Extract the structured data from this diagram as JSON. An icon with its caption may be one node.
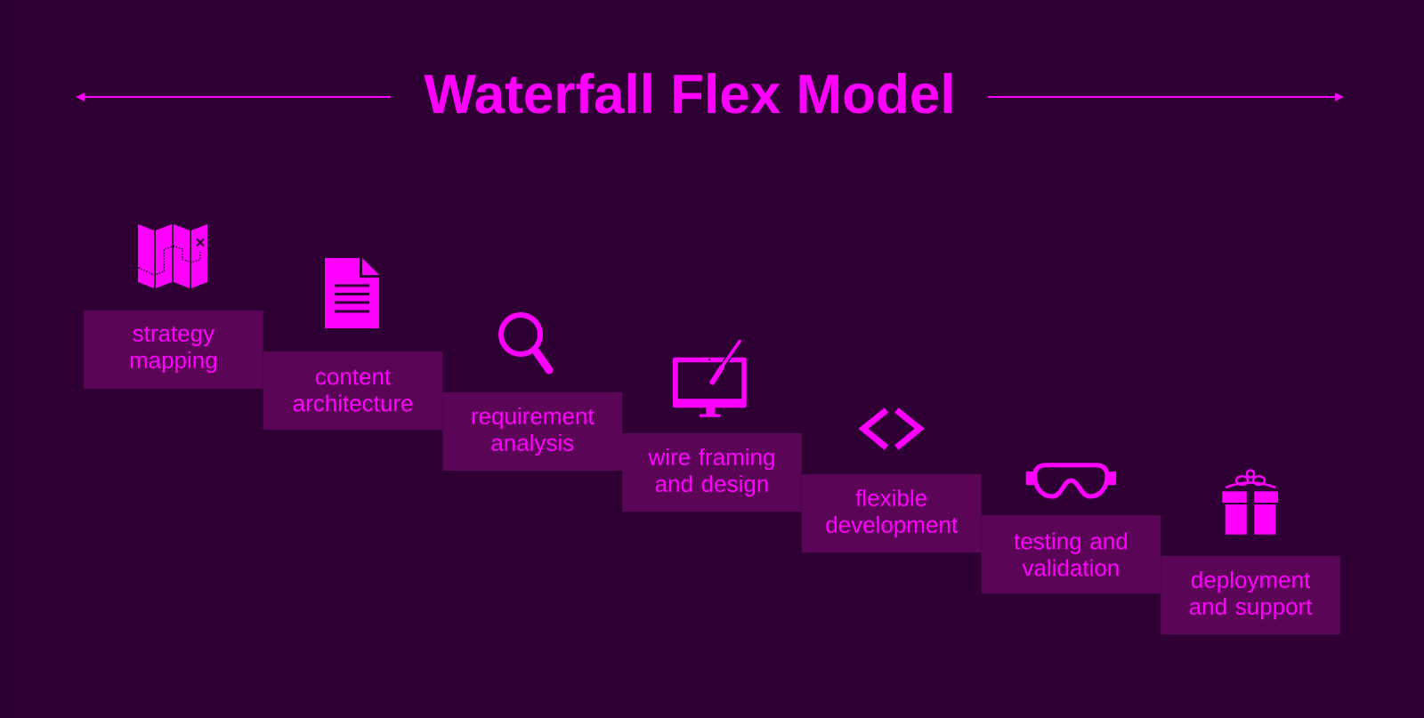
{
  "diagram": {
    "title": "Waterfall Flex Model",
    "nodes": [
      {
        "text": [
          "strategy mapping"
        ]
      },
      {
        "text": [
          "content architecture"
        ]
      },
      {
        "text": [
          "requirement analysis"
        ]
      },
      {
        "text": [
          "wire framing and design"
        ]
      },
      {
        "text": [
          "flexible development"
        ]
      },
      {
        "text": [
          "testing and validation"
        ]
      },
      {
        "text": [
          "deployment and support"
        ]
      }
    ]
  }
}
